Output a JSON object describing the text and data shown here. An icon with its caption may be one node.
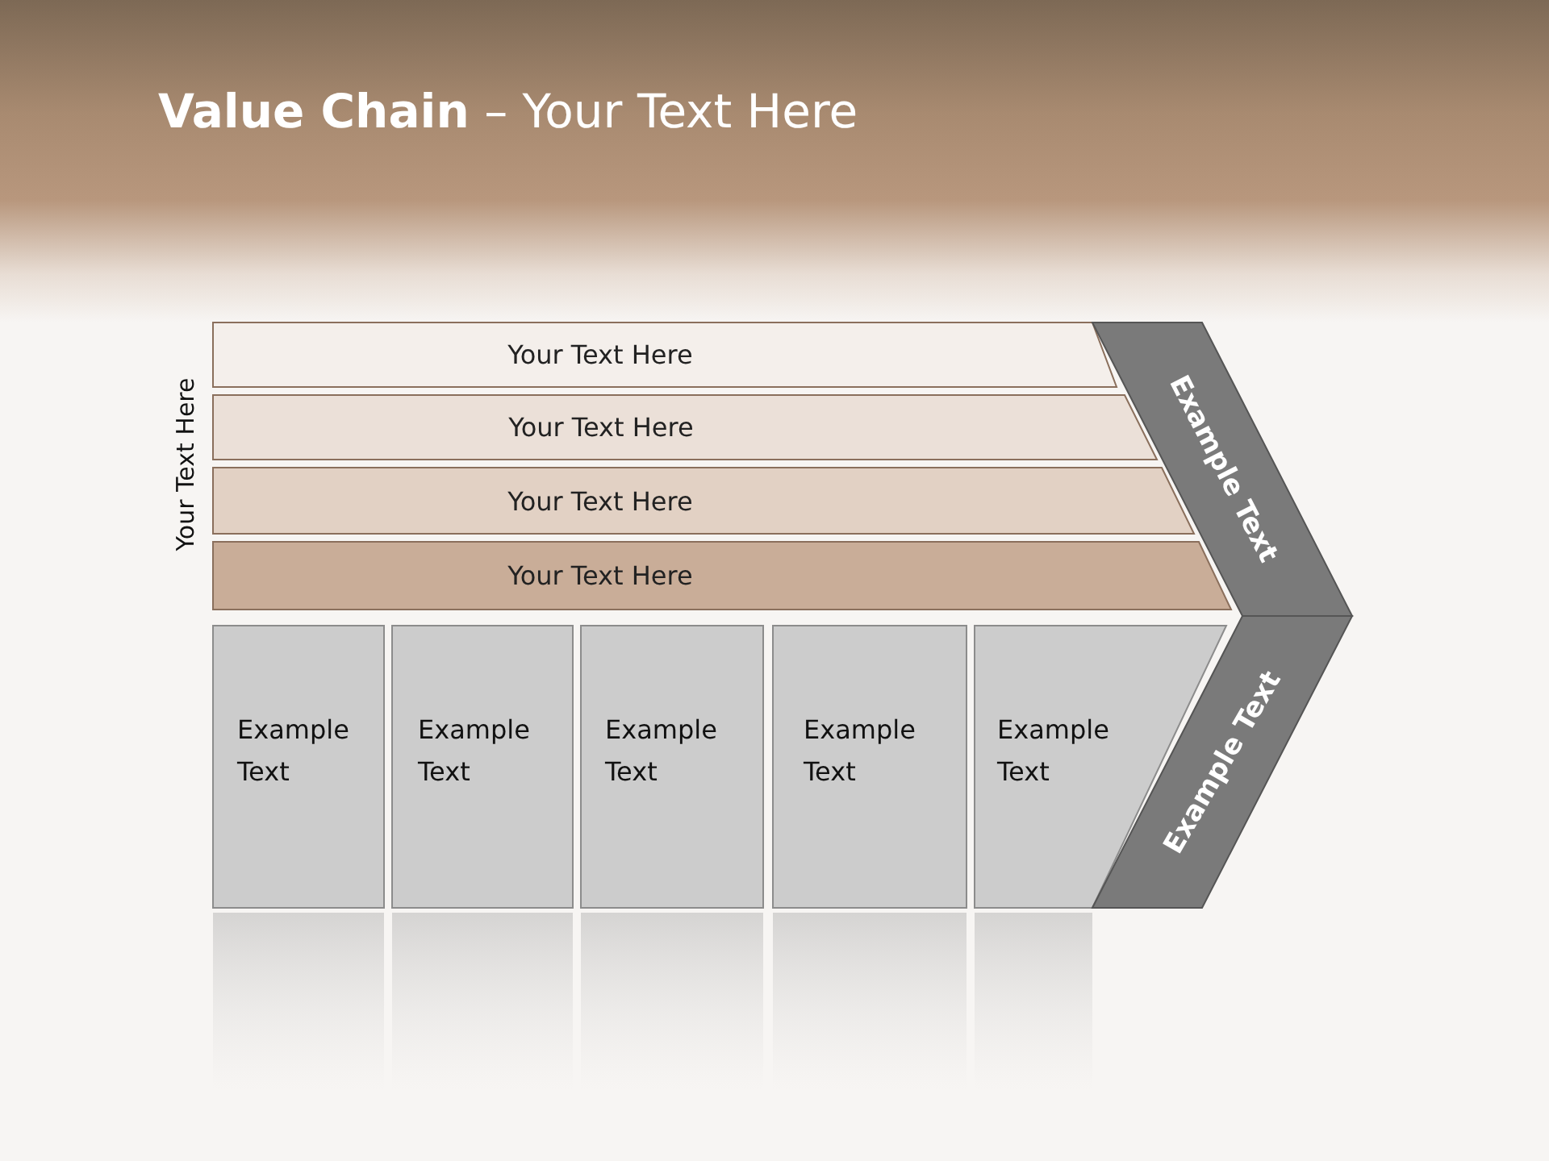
{
  "diagram": {
    "title": "**Value Chain** – Your Text Here",
    "nodes": [
      {
        "text": [
          "Your Text Here"
        ]
      },
      {
        "text": [
          "Your Text Here"
        ]
      },
      {
        "text": [
          "Your Text Here"
        ]
      },
      {
        "text": [
          "Your Text Here"
        ]
      },
      {
        "text": [
          "Example Text"
        ]
      },
      {
        "text": [
          "Example Text"
        ]
      },
      {
        "text": [
          "Example Text"
        ]
      },
      {
        "text": [
          "Example Text"
        ]
      },
      {
        "text": [
          "Example Text"
        ]
      },
      {
        "text": [
          "Example Text"
        ]
      },
      {
        "text": [
          "Example Text"
        ]
      }
    ],
    "labels": [
      "Your Text Here"
    ]
  }
}
